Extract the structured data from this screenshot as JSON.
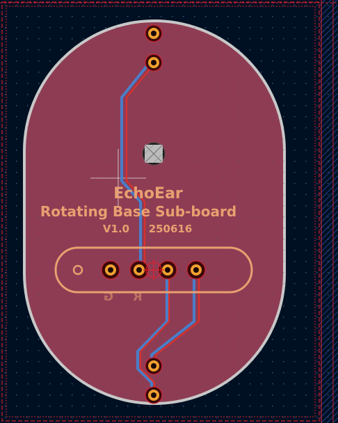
{
  "board": {
    "title": "EchoEar",
    "subtitle": "Rotating Base Sub-board",
    "version": "V1.0",
    "date": "250616"
  },
  "mirrored_labels": {
    "g": "G",
    "r": "R"
  },
  "colors": {
    "background": "#001023",
    "board_fill": "#8e3c54",
    "board_outline": "#c8c8c8",
    "silkscreen": "#e8a070",
    "trace_front": "#d8322c",
    "trace_back": "#4a7ec8",
    "pad_copper": "#f0a030",
    "courtyard": "#e02030",
    "margin_back": "#3a6ee0"
  },
  "icons": {
    "via": "via-icon",
    "pad": "tht-pad-icon",
    "origin": "crosshair-icon"
  }
}
